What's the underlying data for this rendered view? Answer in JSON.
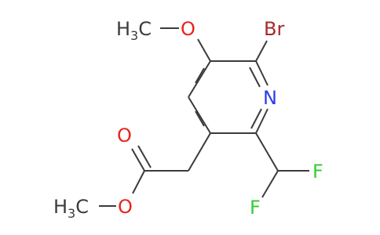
{
  "colors": {
    "bond": "#3b3b3b",
    "carbon": "#3b3b3b",
    "oxygen": "#e8231c",
    "nitrogen": "#2a3cf0",
    "bromine": "#a52a2a",
    "fluorine": "#33cc33"
  },
  "atoms": {
    "methoxy_c_main": "H",
    "methoxy_c_sub": "3",
    "methoxy_c_tail": "C",
    "methoxy_o": "O",
    "bromine": "Br",
    "nitrogen": "N",
    "fluorine_top": "F",
    "fluorine_bottom": "F",
    "carbonyl_o": "O",
    "ester_o": "O",
    "ester_ch3_main": "H",
    "ester_ch3_sub": "3",
    "ester_ch3_tail": "C"
  }
}
